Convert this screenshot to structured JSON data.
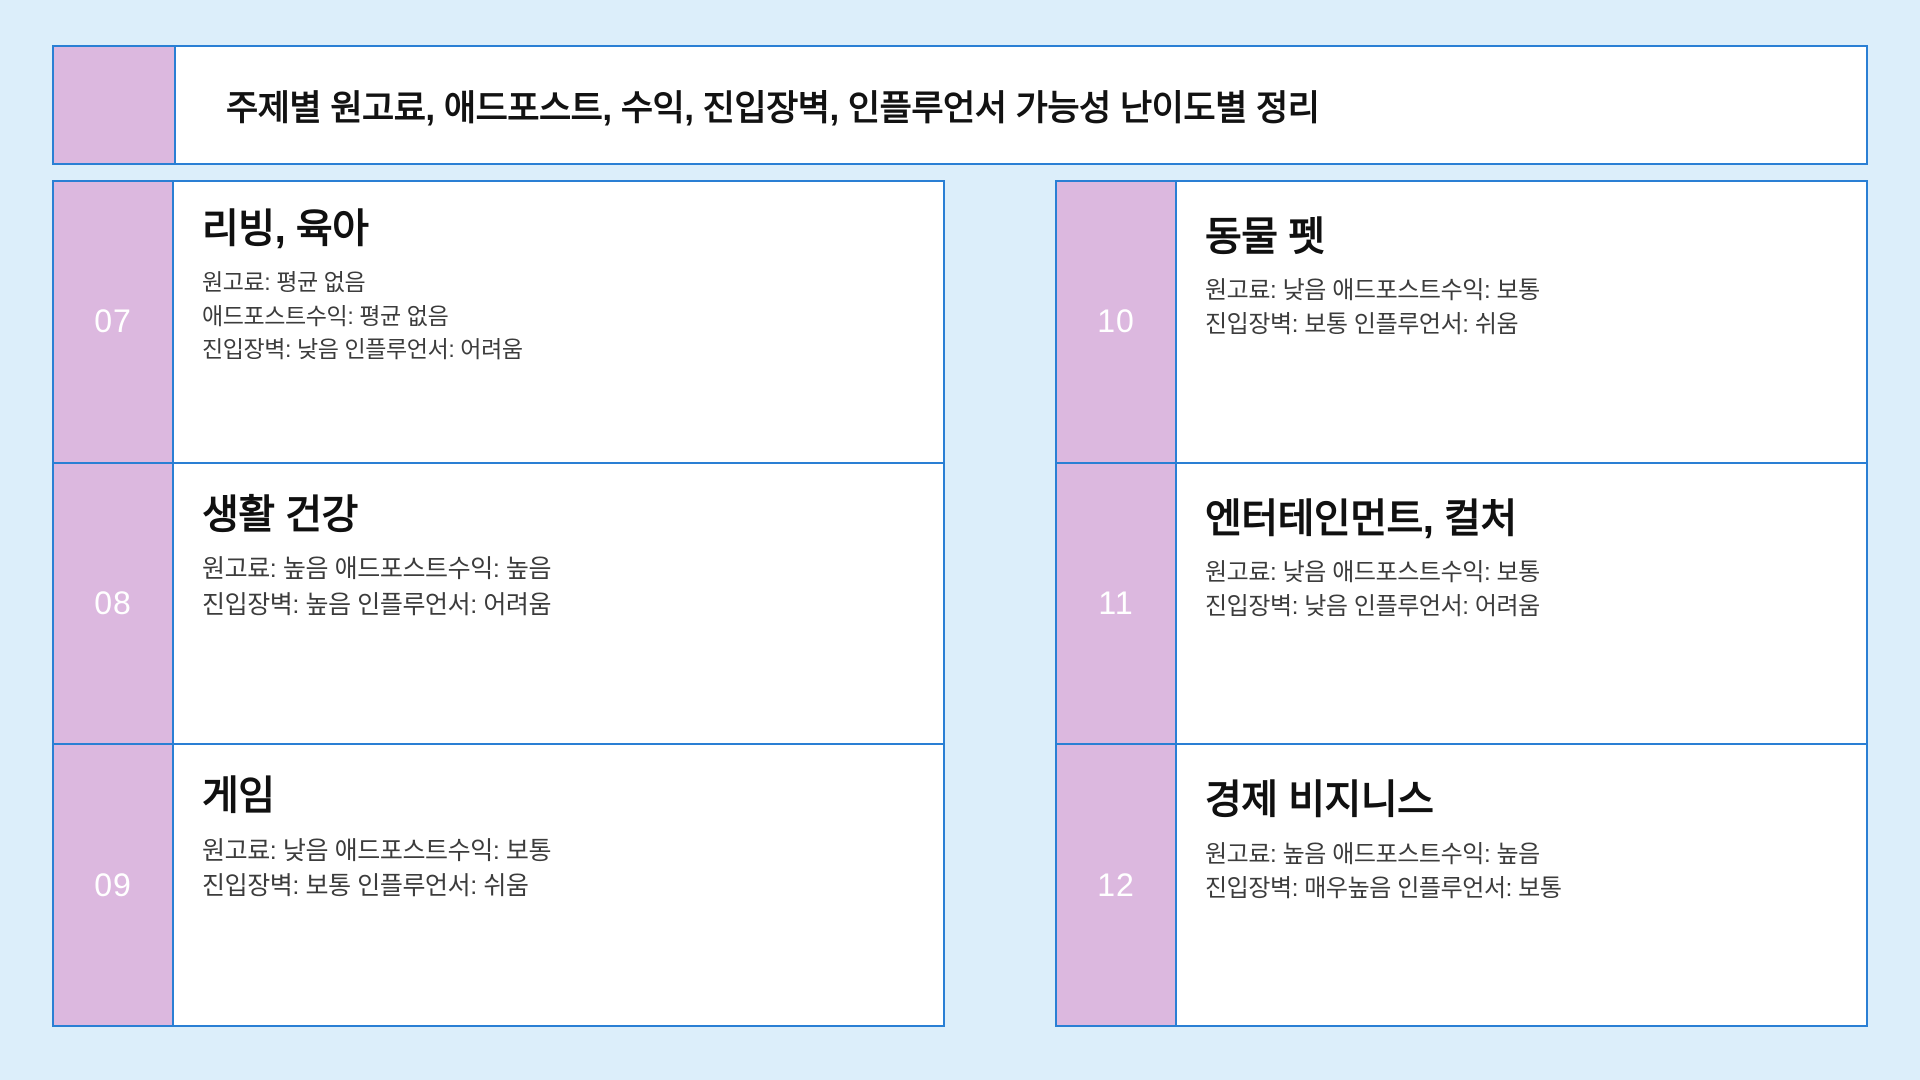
{
  "header": {
    "title": "주제별 원고료, 애드포스트, 수익, 진입장벽, 인플루언서 가능성 난이도별 정리"
  },
  "colors": {
    "background": "#dceefa",
    "accent_border": "#2a7fd4",
    "number_block": "#dcb8df",
    "card_background": "#ffffff",
    "title_text": "#101010",
    "detail_text": "#3c3c3c",
    "number_text": "#ffffff"
  },
  "columns": {
    "left": [
      {
        "number": "07",
        "title": "리빙, 육아",
        "lines": [
          "원고료: 평균 없음",
          "애드포스트수익: 평균 없음",
          "진입장벽: 낮음 인플루언서: 어려움"
        ]
      },
      {
        "number": "08",
        "title": "생활 건강",
        "lines": [
          "원고료: 높음 애드포스트수익: 높음",
          "진입장벽: 높음 인플루언서: 어려움"
        ]
      },
      {
        "number": "09",
        "title": "게임",
        "lines": [
          "원고료: 낮음 애드포스트수익: 보통",
          "진입장벽: 보통 인플루언서: 쉬움"
        ]
      }
    ],
    "right": [
      {
        "number": "10",
        "title": "동물 펫",
        "lines": [
          "원고료: 낮음 애드포스트수익: 보통",
          "진입장벽: 보통 인플루언서: 쉬움"
        ]
      },
      {
        "number": "11",
        "title": "엔터테인먼트, 컬처",
        "lines": [
          "원고료: 낮음 애드포스트수익: 보통",
          "진입장벽: 낮음 인플루언서: 어려움"
        ]
      },
      {
        "number": "12",
        "title": "경제 비지니스",
        "lines": [
          "원고료: 높음 애드포스트수익: 높음",
          "진입장벽: 매우높음 인플루언서: 보통"
        ]
      }
    ]
  }
}
